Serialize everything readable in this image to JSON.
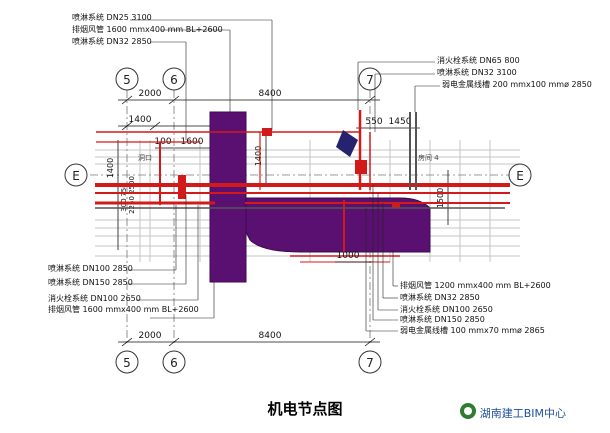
{
  "figure": {
    "caption": "机电节点图",
    "brand": "湖南建工BIM中心"
  },
  "grid": {
    "axes": {
      "a5": "5",
      "a6": "6",
      "a7": "7",
      "e": "E"
    },
    "dims": {
      "d2000_top": "2000",
      "d8400_top": "8400",
      "d1400_a": "1400",
      "d100": "100",
      "d1600": "1600",
      "d550": "550",
      "d1450": "1450",
      "v1400_left": "1400",
      "v1400_mid": "1400",
      "v1500": "1500",
      "v300": "300",
      "v750": "750",
      "v2250": "2250",
      "v2500": "2500",
      "d1000": "1000",
      "d2000_bot": "2000",
      "d8400_bot": "8400"
    },
    "room_left": "洞口",
    "room_right": "房间 4"
  },
  "labels": {
    "tl1": "喷淋系统 DN25 3100",
    "tl2": "排烟风管 1600 mmx400 mm BL+2600",
    "tl3": "喷淋系统 DN32 2850",
    "tr1": "消火栓系统 DN65 800",
    "tr2": "喷淋系统 DN32 3100",
    "tr3": "弱电金属线槽 200 mmx100 mmø 2850",
    "bl1": "喷淋系统 DN100 2850",
    "bl2": "喷淋系统 DN150 2850",
    "bl3": "消火栓系统 DN100 2650",
    "bl4": "排烟风管 1600 mmx400 mm BL+2600",
    "br1": "排烟风管 1200 mmx400 mm BL+2600",
    "br2": "喷淋系统 DN32 2850",
    "br3": "消火栓系统 DN100 2650",
    "br4": "喷淋系统 DN150 2850",
    "br5": "弱电金属线槽 100 mmx70 mmø 2865"
  },
  "colors": {
    "duct": "#5a1070",
    "pipe": "#d21a1a",
    "tray": "#555555",
    "grid": "#b0b0b0",
    "text": "#111111"
  }
}
